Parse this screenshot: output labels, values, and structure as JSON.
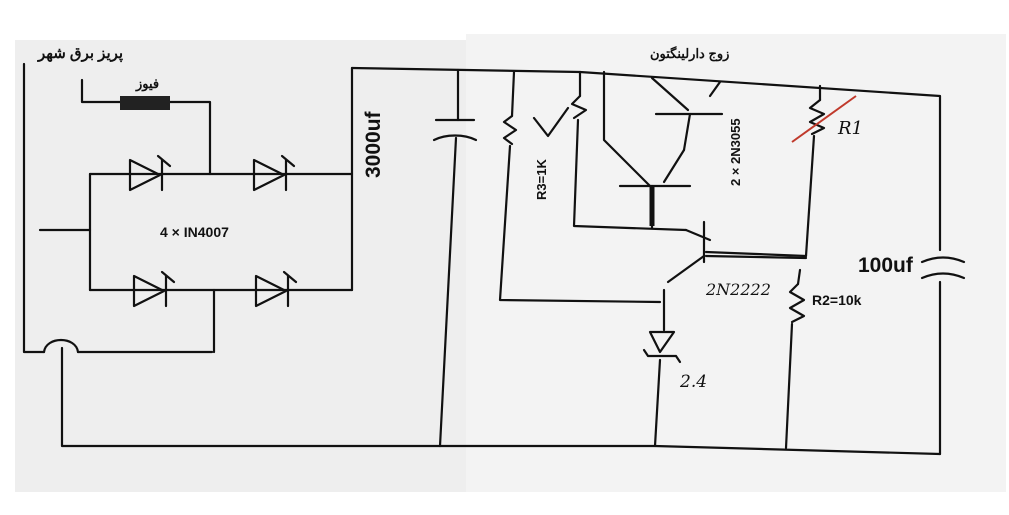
{
  "labels": {
    "mains_socket": "پریز برق شهر",
    "fuse": "فیوز",
    "darlington_pair": "زوج دارلینگتون",
    "cap_3000": "3000uf",
    "r3": "R3=1K",
    "transistors": "2 × 2N3055",
    "r1": "R1",
    "diodes": "4 × IN4007",
    "cap_100": "100uf",
    "transistor_small": "2N2222",
    "r2": "R2=10k",
    "zener": "2.4"
  },
  "colors": {
    "background": "#ffffff",
    "paper_left": "#eeeeee",
    "paper_right": "#f2f2f2",
    "ink": "#111111",
    "resistor_body": "#222222",
    "r1_mark": "#c0392b"
  }
}
